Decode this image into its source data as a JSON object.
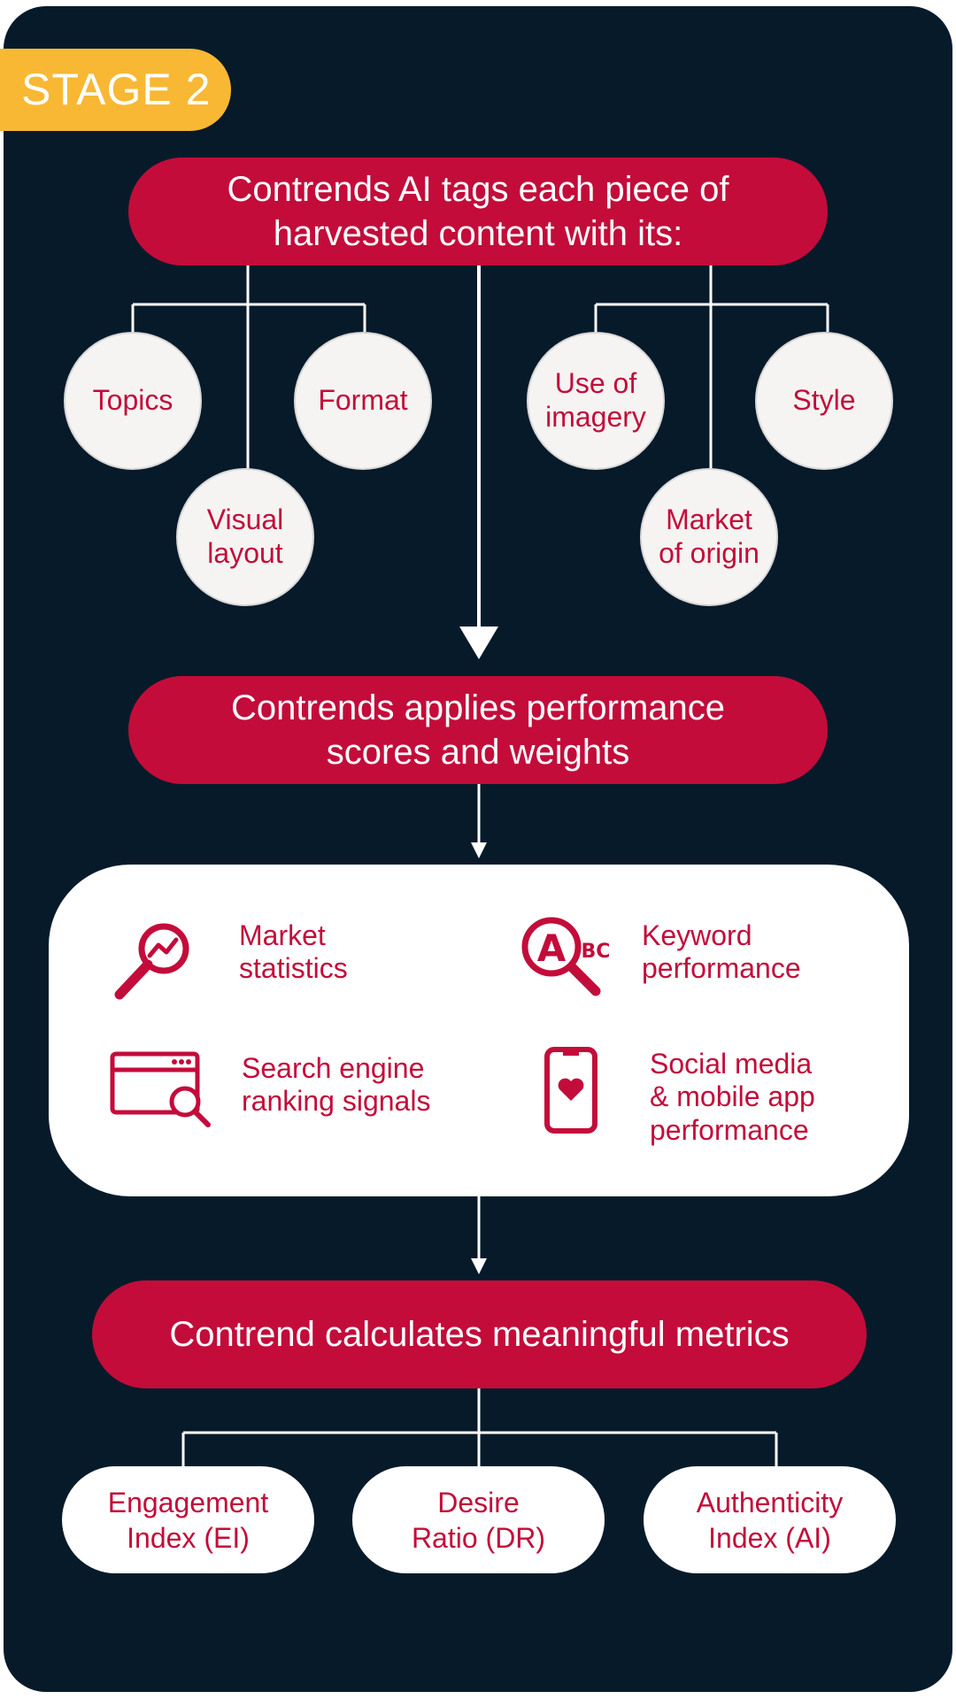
{
  "stage_label": "STAGE 2",
  "step1": {
    "line1": "Contrends AI tags each piece of",
    "line2": "harvested content with its:"
  },
  "tags": [
    {
      "line1": "Topics",
      "line2": ""
    },
    {
      "line1": "Visual",
      "line2": "layout"
    },
    {
      "line1": "Format",
      "line2": ""
    },
    {
      "line1": "Use of",
      "line2": "imagery"
    },
    {
      "line1": "Market",
      "line2": "of origin"
    },
    {
      "line1": "Style",
      "line2": ""
    }
  ],
  "step2": {
    "line1": "Contrends applies performance",
    "line2": "scores and weights"
  },
  "factors": [
    {
      "icon": "magnifier-chart-icon",
      "line1": "Market",
      "line2": "statistics",
      "line3": ""
    },
    {
      "icon": "magnifier-abc-icon",
      "line1": "Keyword",
      "line2": "performance",
      "line3": ""
    },
    {
      "icon": "browser-search-icon",
      "line1": "Search engine",
      "line2": "ranking signals",
      "line3": ""
    },
    {
      "icon": "phone-heart-icon",
      "line1": "Social media",
      "line2": "& mobile app",
      "line3": "performance"
    }
  ],
  "step3": {
    "label": "Contrend calculates meaningful metrics"
  },
  "metrics": [
    {
      "line1": "Engagement",
      "line2": "Index (EI)"
    },
    {
      "line1": "Desire",
      "line2": "Ratio (DR)"
    },
    {
      "line1": "Authenticity",
      "line2": "Index (AI)"
    }
  ],
  "colors": {
    "background": "#071a2a",
    "accent": "#c30c3a",
    "badge": "#f8b834",
    "node_fill": "#f5f4f2",
    "white": "#ffffff"
  }
}
